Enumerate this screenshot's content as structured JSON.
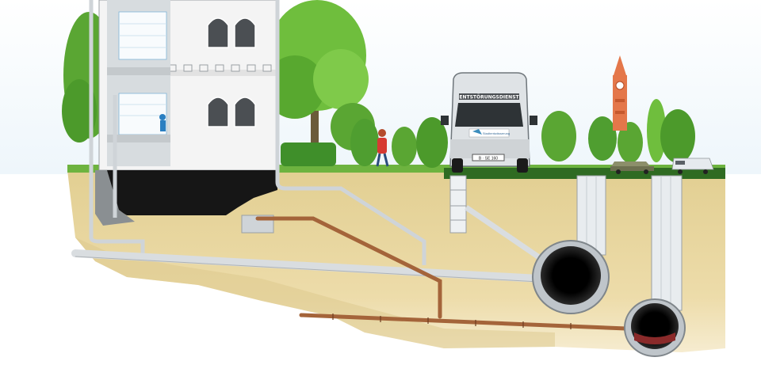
{
  "van": {
    "header_label": "ENTSTÖRUNGSDIENST",
    "door_logo_text": "Stadtentwässerung",
    "plate": "B · SE 160"
  },
  "colors": {
    "soil": "#e9d9a6",
    "soil_dark": "#d8c07e",
    "grass": "#5fa92f",
    "tree": "#64b33a",
    "building": "#f2f2f2",
    "basement": "#1a1a1a",
    "pipe_grey": "#d9dde0",
    "pipe_brown": "#a4643a",
    "manhole": "#e8ecef",
    "sewer_ring": "#bfc5ca",
    "tower": "#e4774a",
    "sky": "#ffffff"
  }
}
